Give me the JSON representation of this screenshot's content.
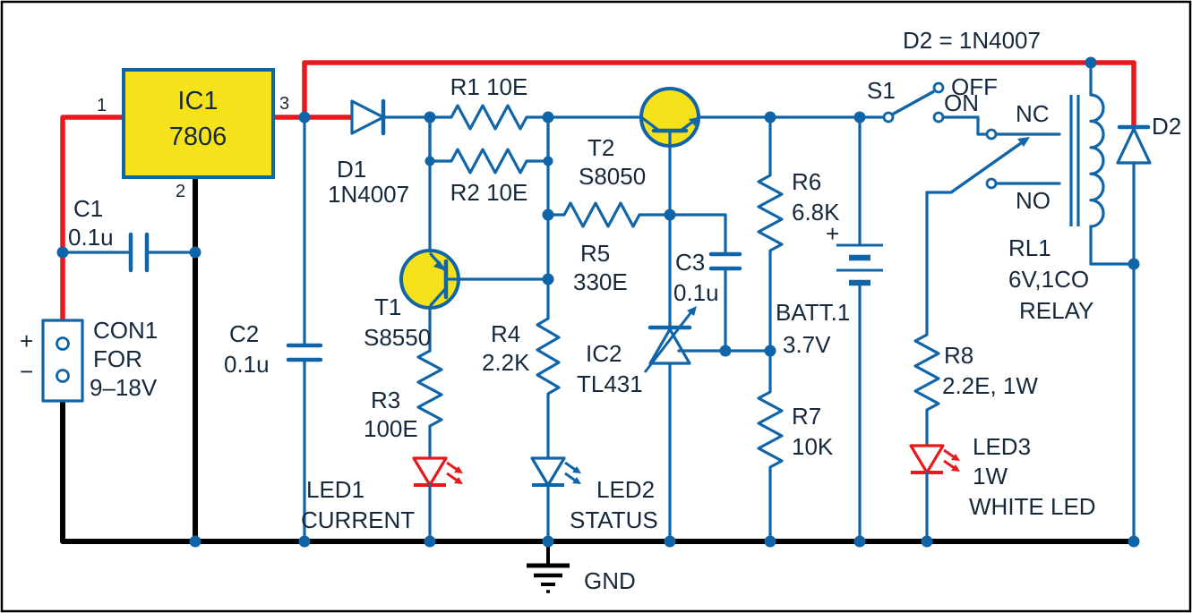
{
  "figure": "analog circuit schematic",
  "colors": {
    "wire_signal_blue": "#1065a8",
    "wire_positive_red": "#e8191c",
    "wire_ground_black": "#000000",
    "component_fill_yellow": "#f5e21b",
    "led_red": "#e8191c",
    "text": "#16283c",
    "background": "#ffffff"
  },
  "labels": {
    "top_note": "D2 =  1N4007",
    "ic1_name": "IC1",
    "ic1_part": "7806",
    "pin1": "1",
    "pin2": "2",
    "pin3": "3",
    "c1_name": "C1",
    "c1_value": "0.1u",
    "c2_name": "C2",
    "c2_value": "0.1u",
    "c3_name": "C3",
    "c3_value": "0.1u",
    "con1_plus": "+",
    "con1_minus": "−",
    "con1_name": "CON1",
    "con1_for": "FOR",
    "con1_range": "9–18V",
    "d1_name": "D1",
    "d1_value": "1N4007",
    "d2_name": "D2",
    "r1": "R1 10E",
    "r2": "R2 10E",
    "r3_name": "R3",
    "r3_value": "100E",
    "r4_name": "R4",
    "r4_value": "2.2K",
    "r5_name": "R5",
    "r5_value": "330E",
    "r6_name": "R6",
    "r6_value": "6.8K",
    "r7_name": "R7",
    "r7_value": "10K",
    "r8_name": "R8",
    "r8_value": "2.2E, 1W",
    "t1_name": "T1",
    "t1_value": "S8550",
    "t2_name": "T2",
    "t2_value": "S8050",
    "ic2_name": "IC2",
    "ic2_value": "TL431",
    "s1_name": "S1",
    "s1_off": "OFF",
    "s1_on": "ON",
    "relay_nc": "NC",
    "relay_no": "NO",
    "relay_name": "RL1",
    "relay_spec": "6V,1CO",
    "relay_type": "RELAY",
    "batt_plus": "+",
    "batt_name": "BATT.1",
    "batt_value": "3.7V",
    "led1_name": "LED1",
    "led1_desc": "CURRENT",
    "led2_name": "LED2",
    "led2_desc": "STATUS",
    "led3_name": "LED3",
    "led3_power": "1W",
    "led3_type": "WHITE LED",
    "gnd": "GND"
  }
}
